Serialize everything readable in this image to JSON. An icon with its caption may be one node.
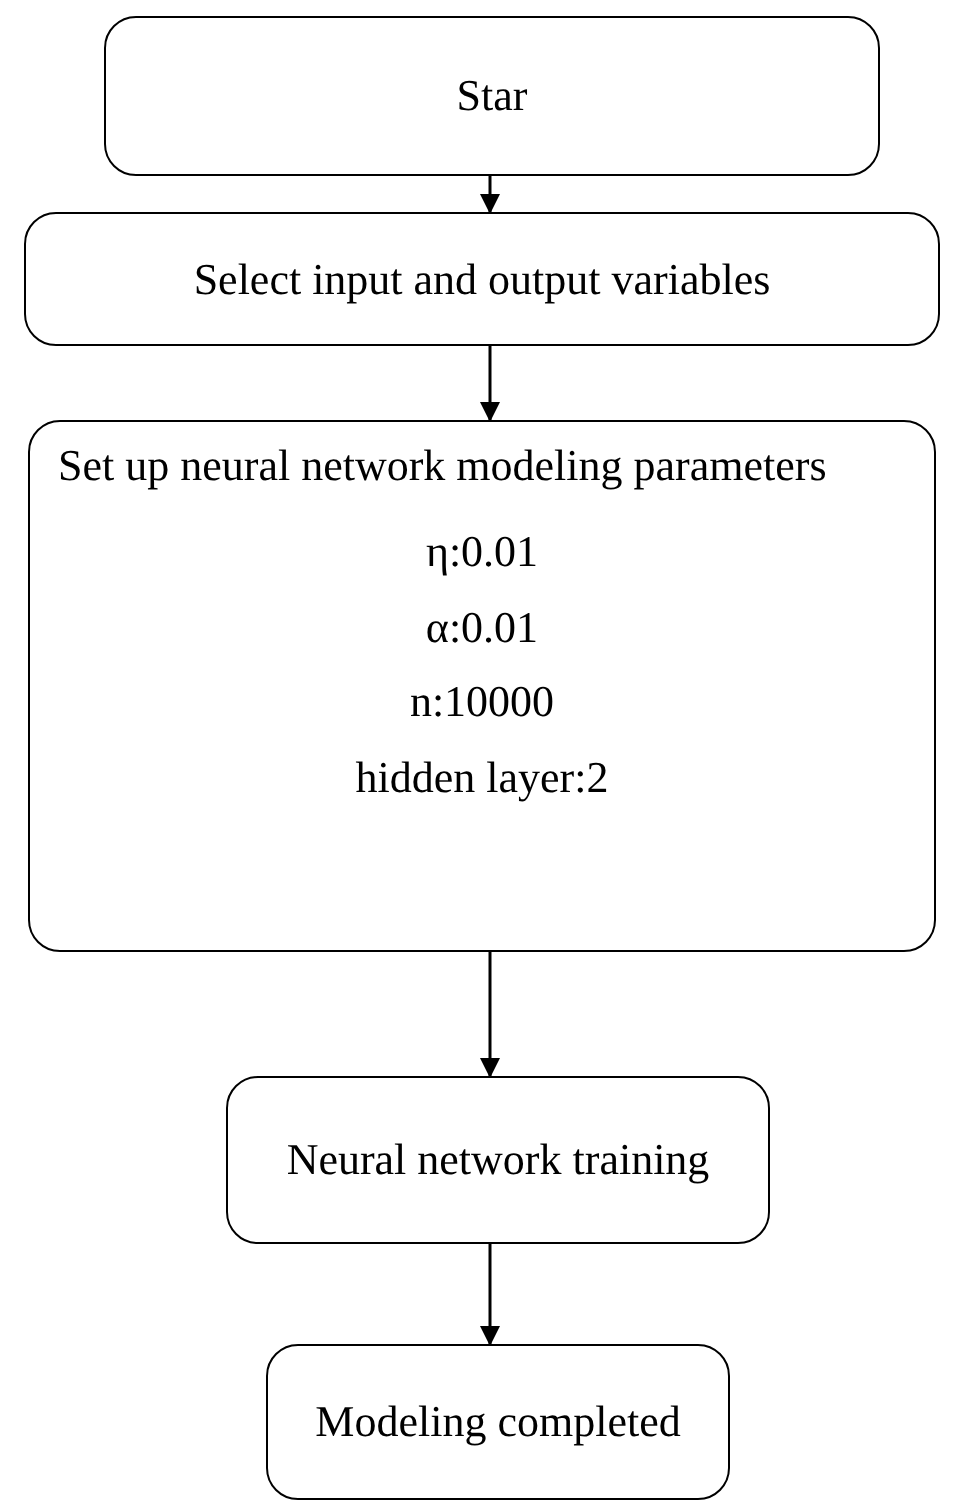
{
  "diagram": {
    "nodes": [
      {
        "text": [
          "Star"
        ]
      },
      {
        "text": [
          "Select input and output variables"
        ]
      },
      {
        "text": [
          "Set up neural network modeling parameters",
          "η:0.01",
          "α:0.01",
          "n:10000",
          "hidden layer:2"
        ]
      },
      {
        "text": [
          "Neural network training"
        ]
      },
      {
        "text": [
          "Modeling completed"
        ]
      }
    ],
    "edges": [
      {
        "from": 0,
        "to": 1,
        "arrow": "to"
      },
      {
        "from": 1,
        "to": 2,
        "arrow": "to"
      },
      {
        "from": 2,
        "to": 3,
        "arrow": "to"
      },
      {
        "from": 3,
        "to": 4,
        "arrow": "to"
      }
    ]
  }
}
